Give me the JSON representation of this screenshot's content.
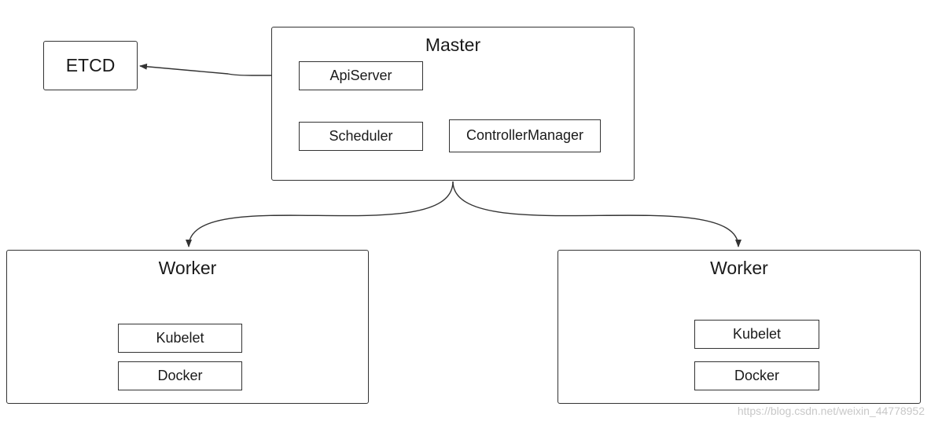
{
  "etcd": {
    "label": "ETCD"
  },
  "master": {
    "title": "Master",
    "apiserver": "ApiServer",
    "scheduler": "Scheduler",
    "controller_manager": "ControllerManager"
  },
  "workers": [
    {
      "title": "Worker",
      "kubelet": "Kubelet",
      "docker": "Docker"
    },
    {
      "title": "Worker",
      "kubelet": "Kubelet",
      "docker": "Docker"
    }
  ],
  "watermark": "https://blog.csdn.net/weixin_44778952",
  "colors": {
    "stroke": "#333333",
    "text": "#1a1a1a",
    "watermark": "#c8c8c8"
  }
}
